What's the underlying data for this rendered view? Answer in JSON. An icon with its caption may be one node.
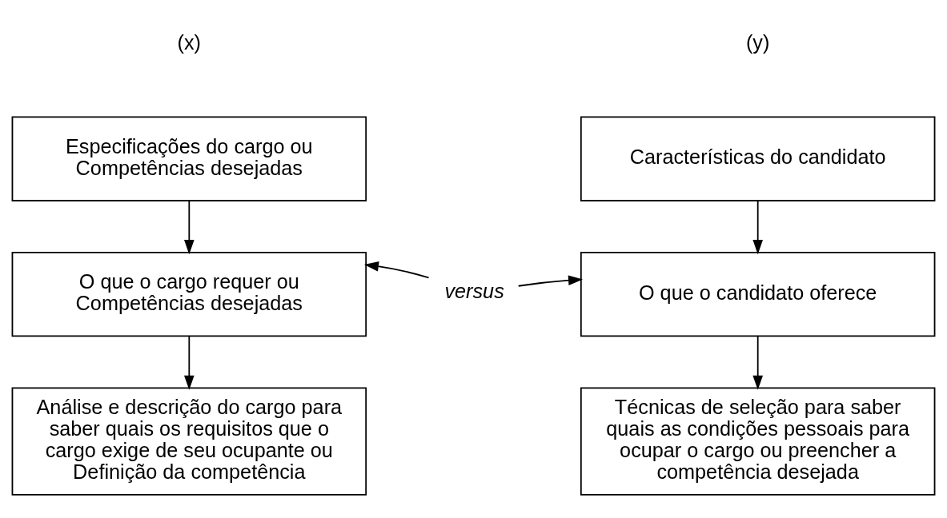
{
  "diagram": {
    "nodes": [
      {
        "text": [
          "Especificações do cargo ou Competências desejadas"
        ]
      },
      {
        "text": [
          "O que o cargo requer ou Competências desejadas"
        ]
      },
      {
        "text": [
          "Análise e descrição do cargo para saber quais os requisitos que o cargo exige de seu ocupante ou Definição da competência"
        ]
      },
      {
        "text": [
          "Características do candidato"
        ]
      },
      {
        "text": [
          "O que o candidato oferece"
        ]
      },
      {
        "text": [
          "Técnicas de seleção para saber quais as condições pessoais para ocupar o cargo ou preencher a competência desejada"
        ]
      },
      {
        "text": [
          "versus"
        ]
      }
    ],
    "edges": [
      {
        "from": 0,
        "to": 1,
        "arrow": "to"
      },
      {
        "from": 1,
        "to": 2,
        "arrow": "to"
      },
      {
        "from": 3,
        "to": 4,
        "arrow": "to"
      },
      {
        "from": 4,
        "to": 5,
        "arrow": "to"
      },
      {
        "from": 6,
        "to": 1,
        "arrow": "to"
      },
      {
        "from": 6,
        "to": 4,
        "arrow": "to"
      }
    ],
    "labels": [
      "(x)",
      "(y)"
    ]
  }
}
